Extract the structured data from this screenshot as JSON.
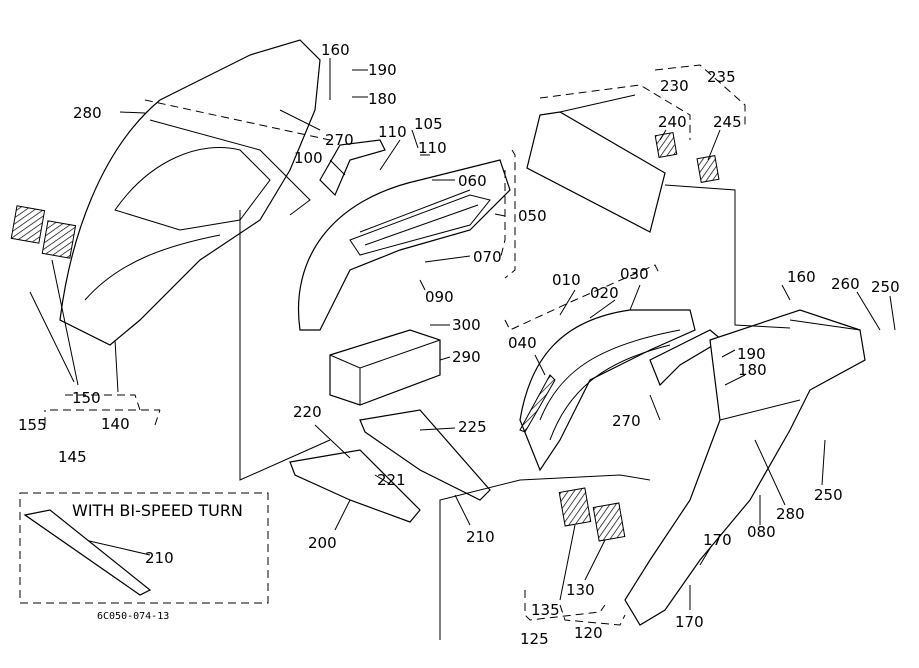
{
  "diagram_code": "6C050-074-13",
  "inset_note": "WITH BI-SPEED TURN",
  "labels": {
    "p160a": "160",
    "p190a": "190",
    "p180a": "180",
    "p280a": "280",
    "p270a": "270",
    "p110a": "110",
    "p105": "105",
    "p110b": "110",
    "p100": "100",
    "p060": "060",
    "p050": "050",
    "p070": "070",
    "p090": "090",
    "p300": "300",
    "p290": "290",
    "p230": "230",
    "p235": "235",
    "p240": "240",
    "p245": "245",
    "p010": "010",
    "p030": "030",
    "p020": "020",
    "p040": "040",
    "p160b": "160",
    "p260": "260",
    "p250a": "250",
    "p190b": "190",
    "p180b": "180",
    "p270b": "270",
    "p250b": "250",
    "p280b": "280",
    "p080": "080",
    "p170a": "170",
    "p170b": "170",
    "p130": "130",
    "p135": "135",
    "p120": "120",
    "p125": "125",
    "p220": "220",
    "p221": "221",
    "p225": "225",
    "p200": "200",
    "p210a": "210",
    "p150": "150",
    "p155": "155",
    "p140": "140",
    "p145": "145",
    "p210b": "210"
  }
}
